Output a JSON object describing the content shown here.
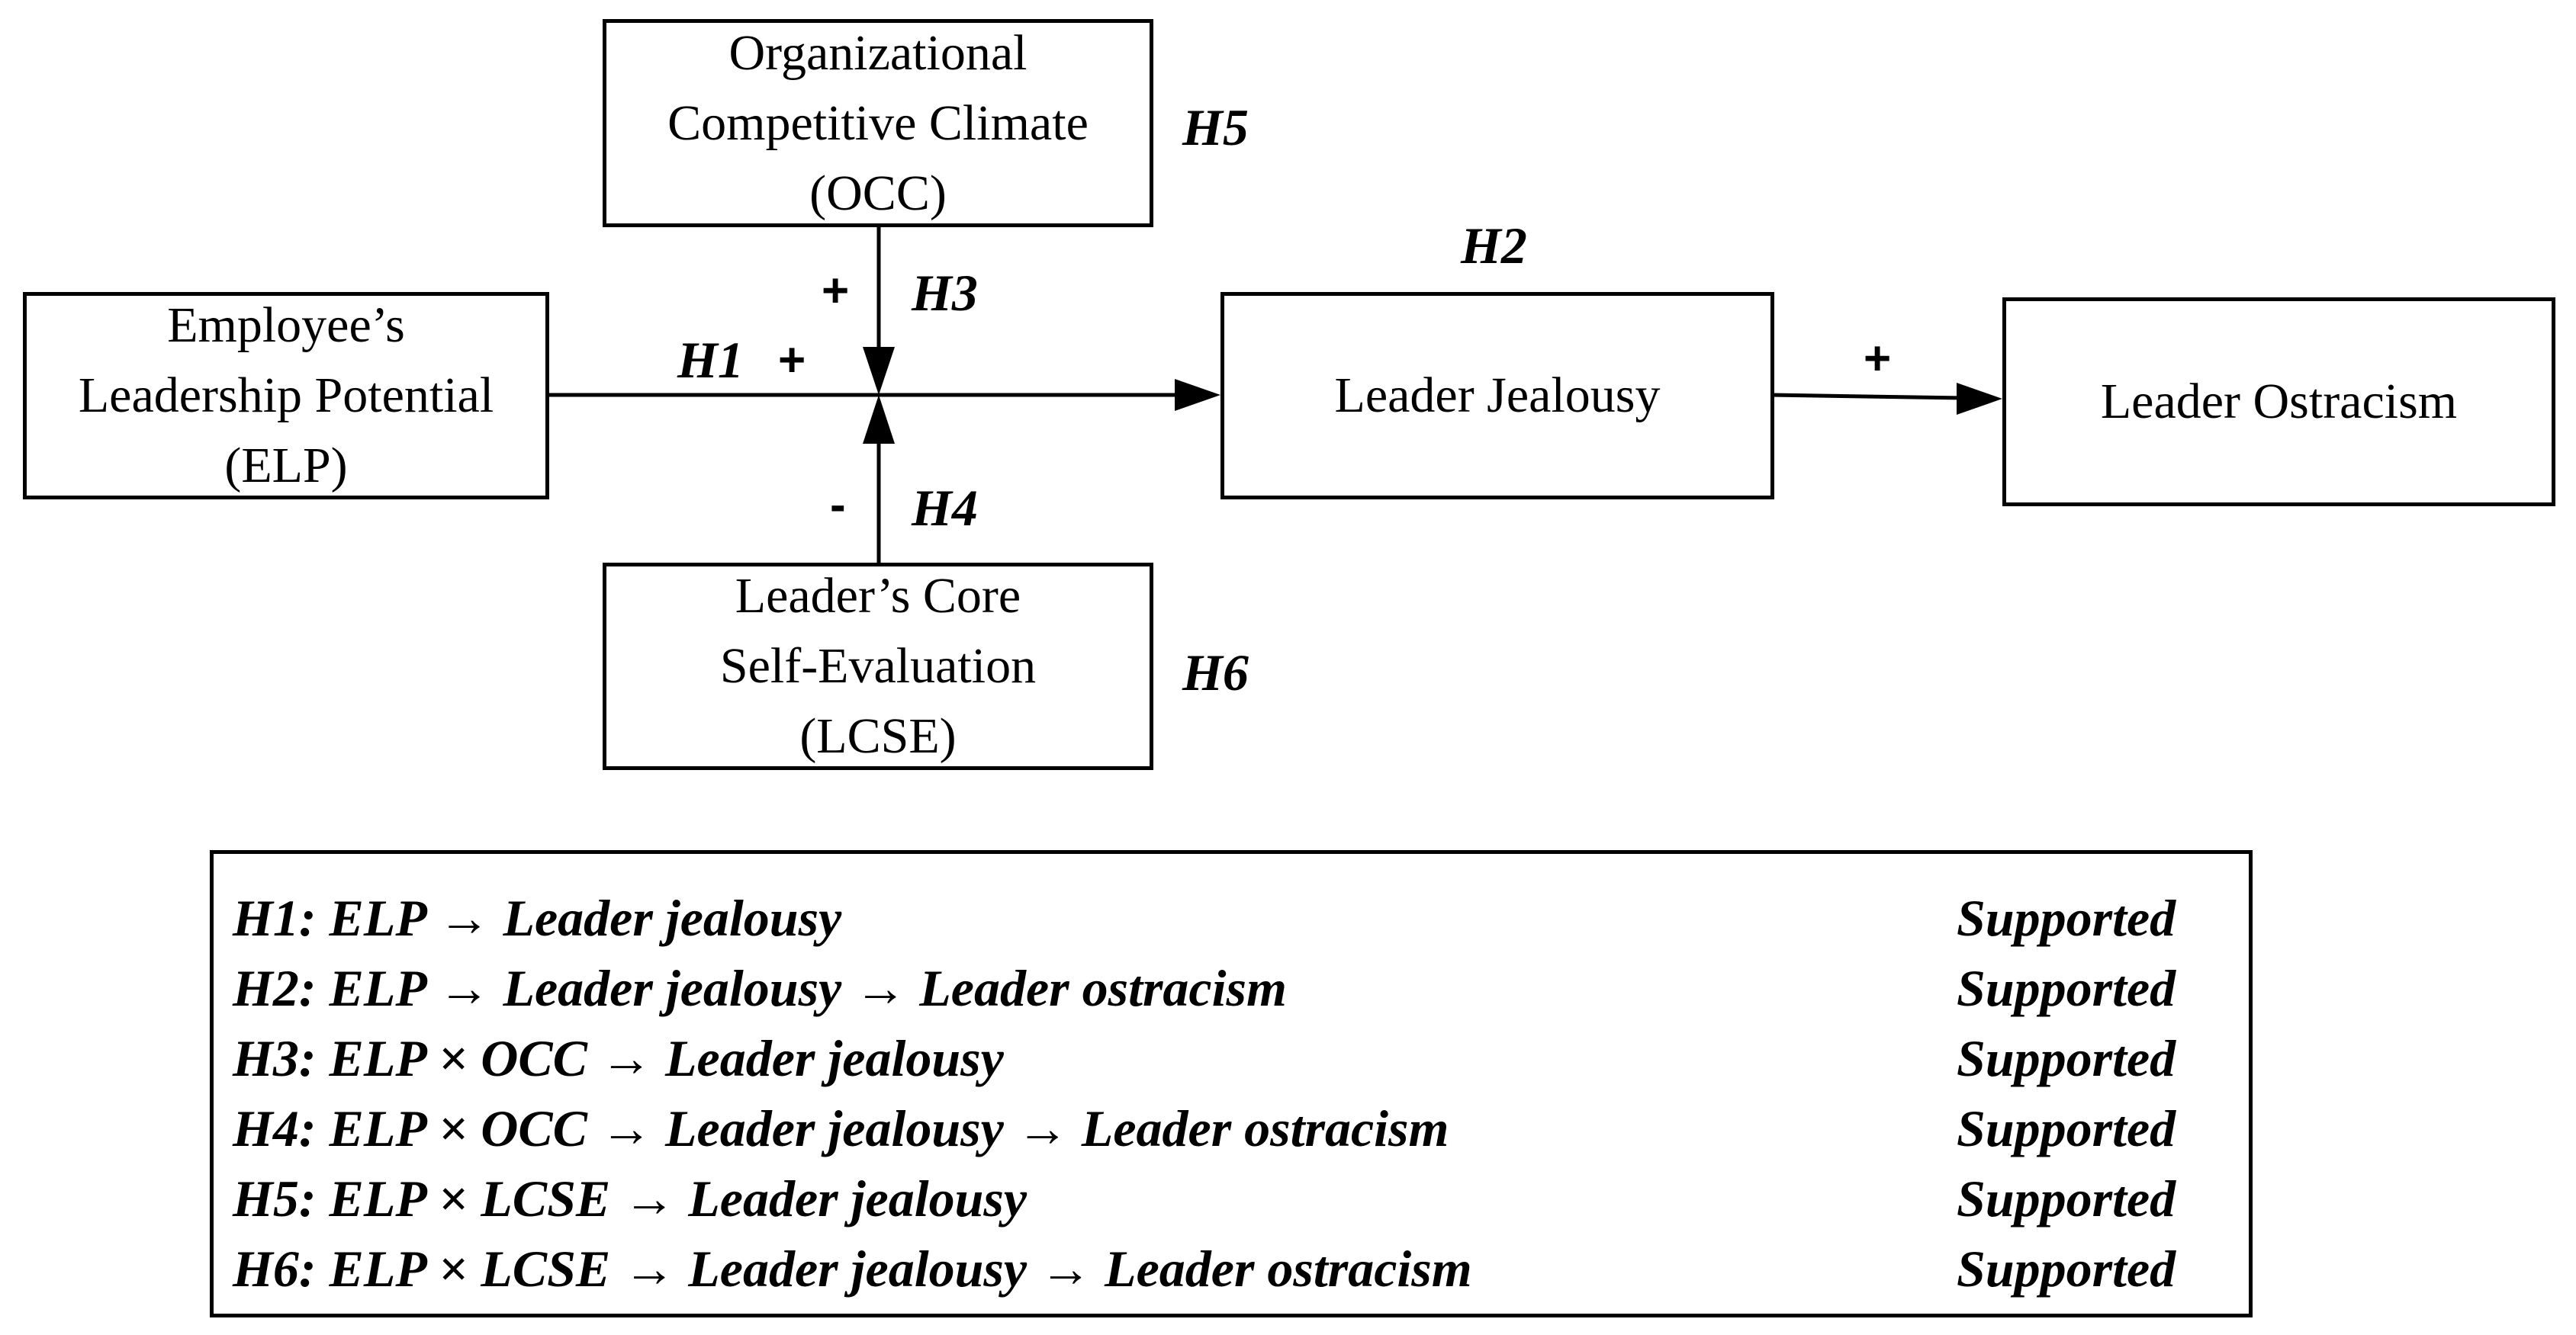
{
  "boxes": {
    "occ": {
      "lines": [
        "Organizational",
        "Competitive Climate",
        "(OCC)"
      ]
    },
    "elp": {
      "lines": [
        "Employee’s",
        "Leadership Potential",
        "(ELP)"
      ]
    },
    "lcse": {
      "lines": [
        "Leader’s  Core",
        "Self-Evaluation",
        "(LCSE)"
      ]
    },
    "jealousy": {
      "lines": [
        "Leader Jealousy"
      ]
    },
    "ostracism": {
      "lines": [
        "Leader Ostracism"
      ]
    }
  },
  "labels": {
    "h1": "H1",
    "h2": "H2",
    "h3": "H3",
    "h4": "H4",
    "h5": "H5",
    "h6": "H6"
  },
  "signs": {
    "h1": "+",
    "h2": "+",
    "h3": "+",
    "h4": "-"
  },
  "summary": {
    "rows": [
      {
        "hypothesis": "H1: ELP → Leader jealousy",
        "status": "Supported"
      },
      {
        "hypothesis": "H2: ELP → Leader jealousy → Leader ostracism",
        "status": "Supported"
      },
      {
        "hypothesis": "H3: ELP × OCC → Leader jealousy",
        "status": "Supported"
      },
      {
        "hypothesis": "H4: ELP × OCC → Leader jealousy → Leader ostracism",
        "status": "Supported"
      },
      {
        "hypothesis": "H5: ELP × LCSE → Leader jealousy",
        "status": "Supported"
      },
      {
        "hypothesis": "H6: ELP × LCSE → Leader jealousy → Leader ostracism",
        "status": "Supported"
      }
    ]
  }
}
